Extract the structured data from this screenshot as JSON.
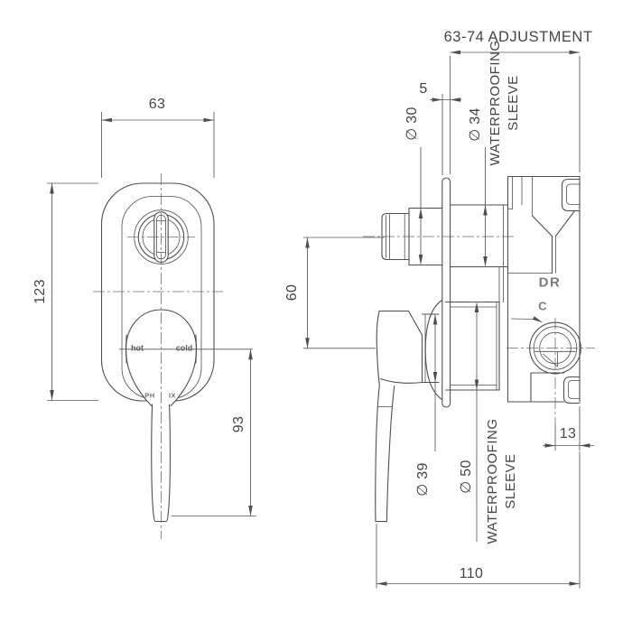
{
  "colors": {
    "background": "#ffffff",
    "line": "#4e4f52",
    "dimension_text": "#454547",
    "muted_text": "#77787b"
  },
  "front_view": {
    "dim_width": "63",
    "dim_height": "123",
    "dim_handle_drop": "93",
    "label_hot": "hot",
    "label_cold": "cold",
    "brand_fragment_left": "PH",
    "brand_fragment_right": "IX"
  },
  "side_view": {
    "dim_adjustment_range": "63-74 ADJUSTMENT",
    "dim_plate_thickness": "5",
    "dim_spindle_dia": "∅ 30",
    "dim_upper_sleeve_dia": "∅ 34",
    "upper_sleeve_note_line1": "WATERPROOFING",
    "upper_sleeve_note_line2": "SLEEVE",
    "dim_port_centres": "60",
    "body_marking_dr": "DR",
    "body_marking_c": "C",
    "dim_outlet_offset": "13",
    "dim_trim_dia": "∅ 39",
    "dim_lower_sleeve_dia": "∅ 50",
    "lower_sleeve_note_line1": "WATERPROOFING",
    "lower_sleeve_note_line2": "SLEEVE",
    "dim_overall_depth": "110"
  }
}
